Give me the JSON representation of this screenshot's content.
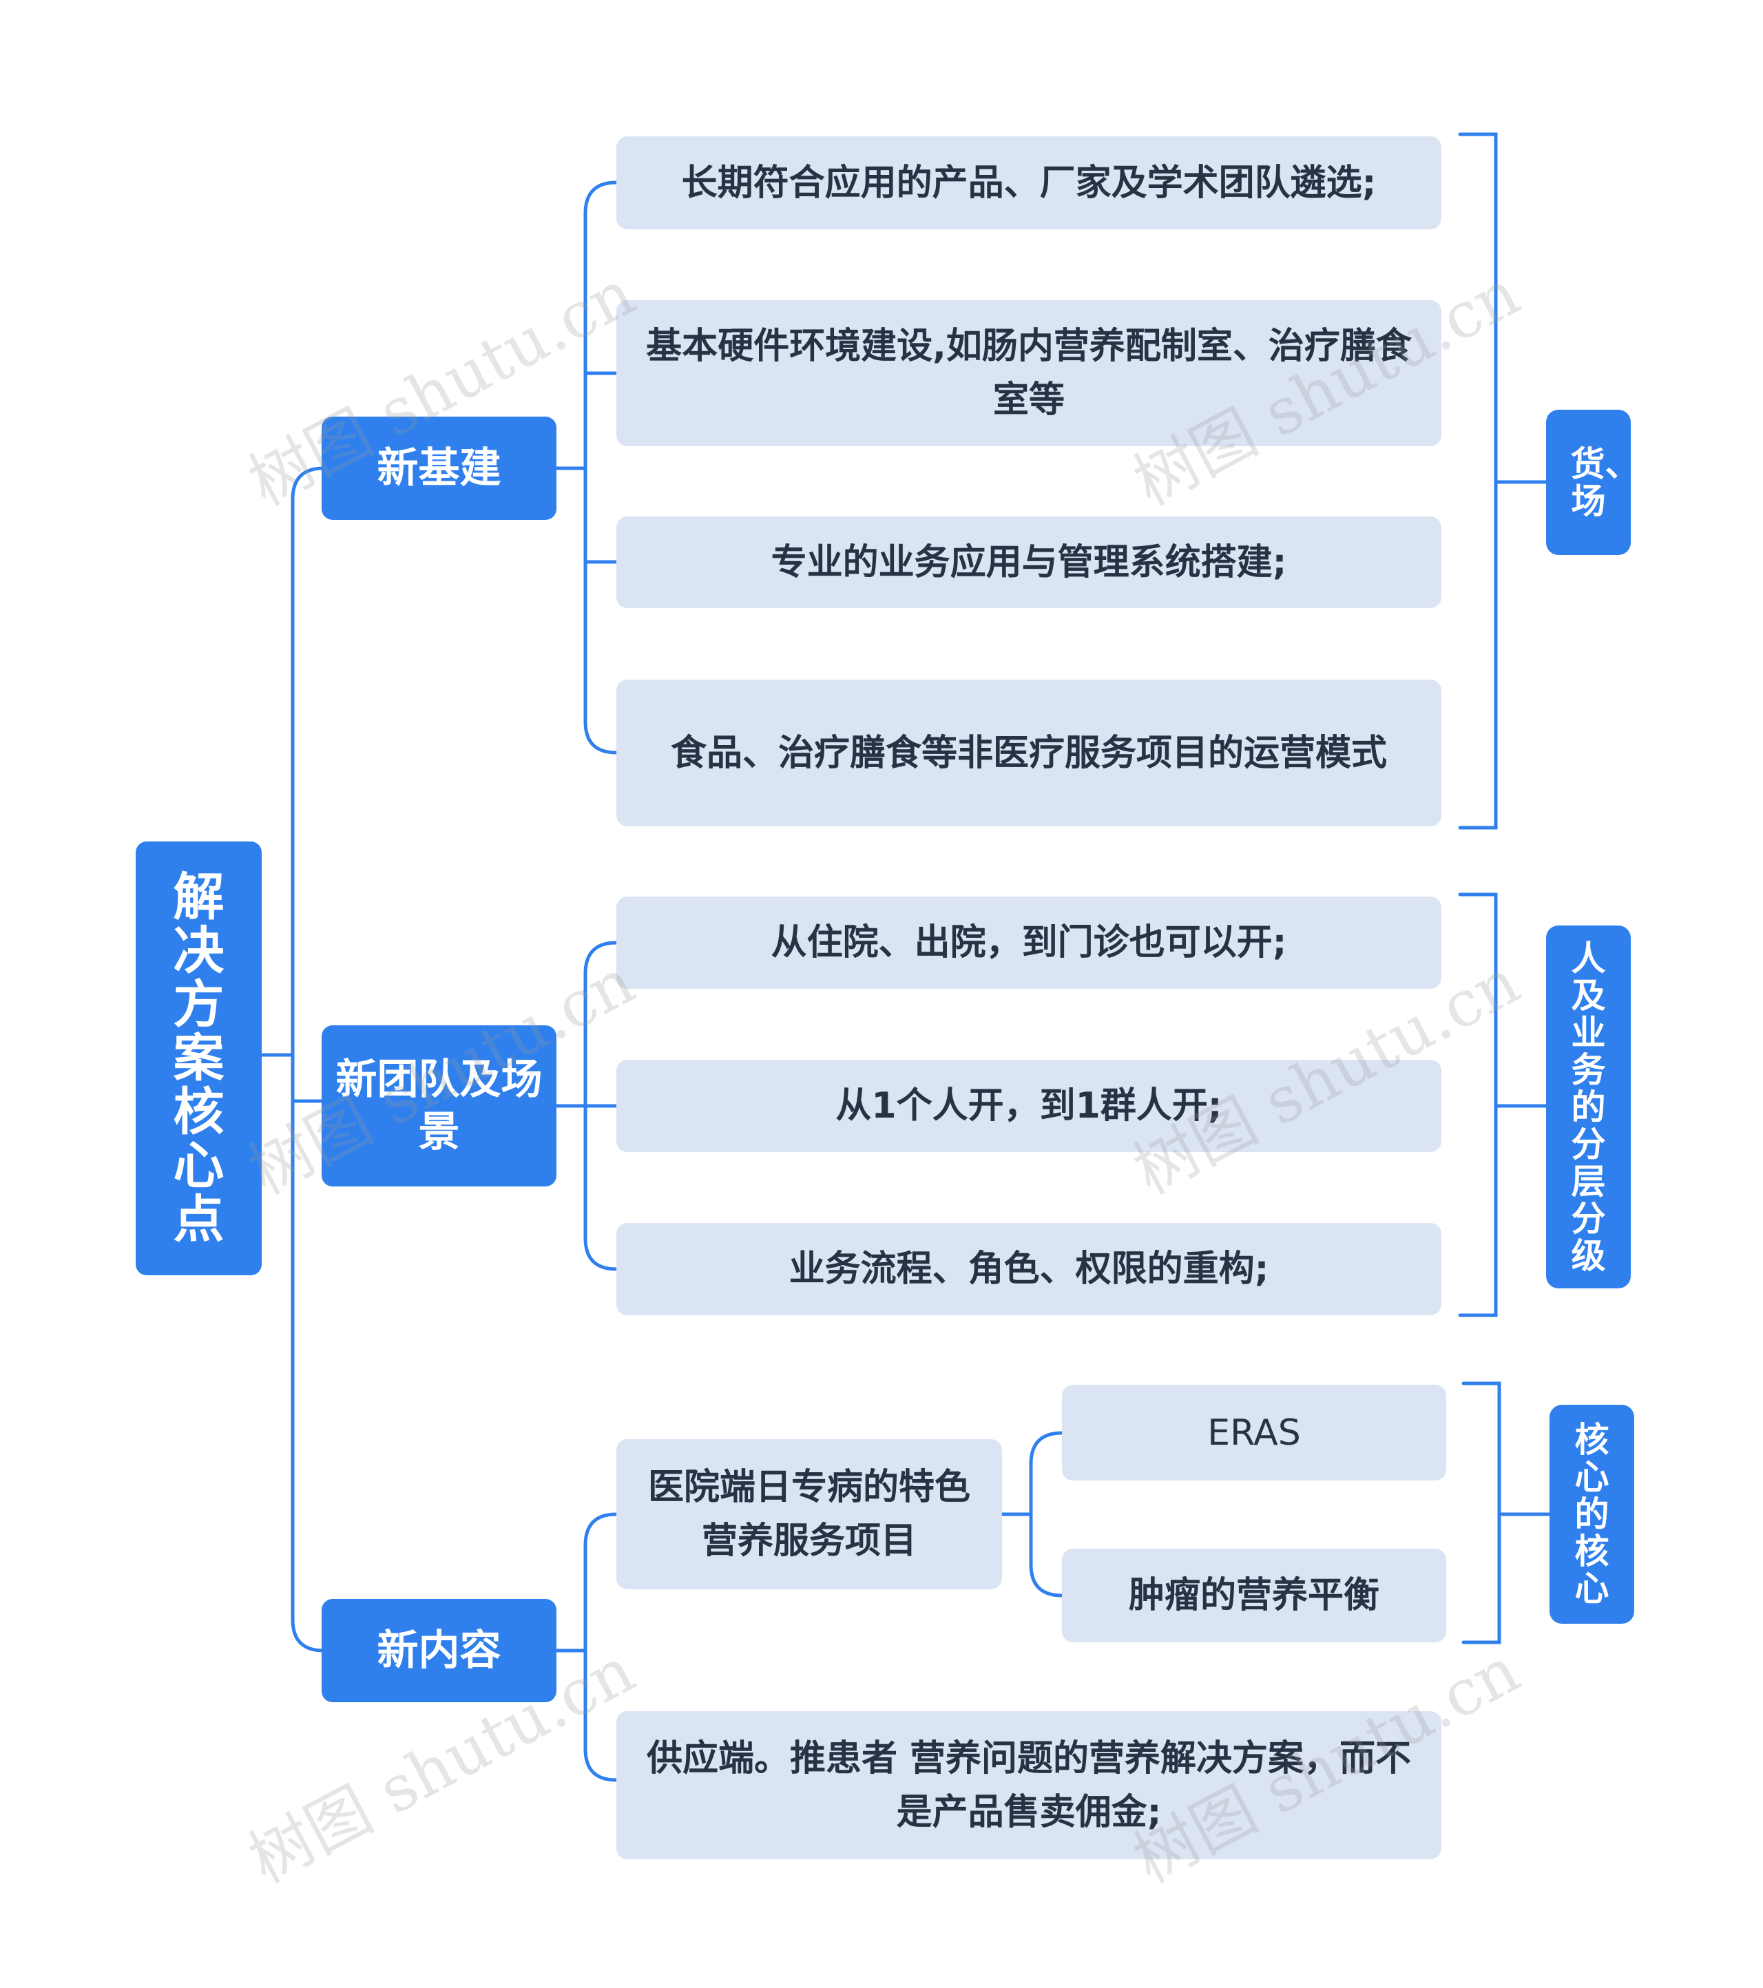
{
  "root": {
    "label": "解决方案核心点"
  },
  "branches": [
    {
      "label": "新基建"
    },
    {
      "label": "新团队及场景"
    },
    {
      "label": "新内容"
    }
  ],
  "leaves": {
    "b1": [
      "长期符合应用的产品、厂家及学术团队遴选;",
      "基本硬件环境建设,如肠内营养配制室、治疗膳食室等",
      "专业的业务应用与管理系统搭建;",
      "食品、治疗膳食等非医疗服务项目的运营模式"
    ],
    "b2": [
      "从住院、出院，到门诊也可以开;",
      "从1个人开，到1群人开;",
      "业务流程、角色、权限的重构;"
    ],
    "b3": {
      "sub": "医院端日专病的特色营养服务项目",
      "sub_children": [
        "ERAS",
        "肿瘤的营养平衡"
      ],
      "other": "供应端。推患者 营养问题的营养解决方案，而不是产品售卖佣金;"
    }
  },
  "side_labels": [
    "货、场",
    "人及业务的分层分级",
    "核心的核心"
  ],
  "watermark": "树图 shutu.cn",
  "colors": {
    "accent": "#2f80ed",
    "leaf_bg": "#dbe4f3",
    "text": "#273244"
  }
}
